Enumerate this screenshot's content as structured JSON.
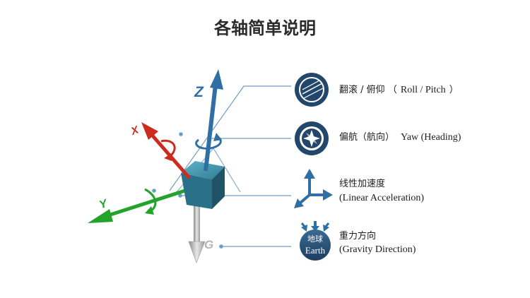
{
  "title": "各轴简单说明",
  "axes": {
    "z": "Z",
    "x": "X",
    "y": "Y",
    "g": "G"
  },
  "legend": {
    "roll_pitch": {
      "cn": "翻滚 / 俯仰 （",
      "en": "Roll / Pitch",
      "close": "）",
      "icon": "roll-pitch-icon"
    },
    "yaw": {
      "cn": "偏航（航向）",
      "en": "Yaw (Heading)",
      "icon": "compass-icon"
    },
    "linear_accel": {
      "cn": "线性加速度",
      "en": "(Linear Acceleration)",
      "icon": "axes-arrows-icon"
    },
    "gravity": {
      "cn": "重力方向",
      "en": "(Gravity Direction)",
      "earth_cn": "地球",
      "earth_en": "Earth",
      "icon": "earth-icon"
    }
  },
  "colors": {
    "blue_axis": "#2f6fa3",
    "red_axis": "#cc2b1d",
    "green_axis": "#22a32a",
    "gravity": "#b5b5b5",
    "cube": "#2a7088",
    "icon_navy": "#23476b",
    "leader": "#6f9bc4"
  }
}
